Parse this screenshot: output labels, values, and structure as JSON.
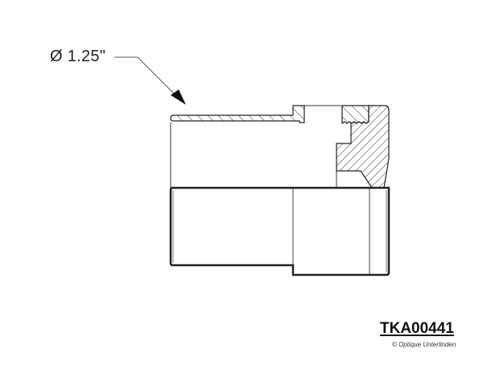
{
  "drawing": {
    "dimension_label": "Ø 1.25\"",
    "part_number": "TKA00441",
    "copyright": "© Optique Unterlinden",
    "line_color": "#222222",
    "background": "#ffffff"
  }
}
